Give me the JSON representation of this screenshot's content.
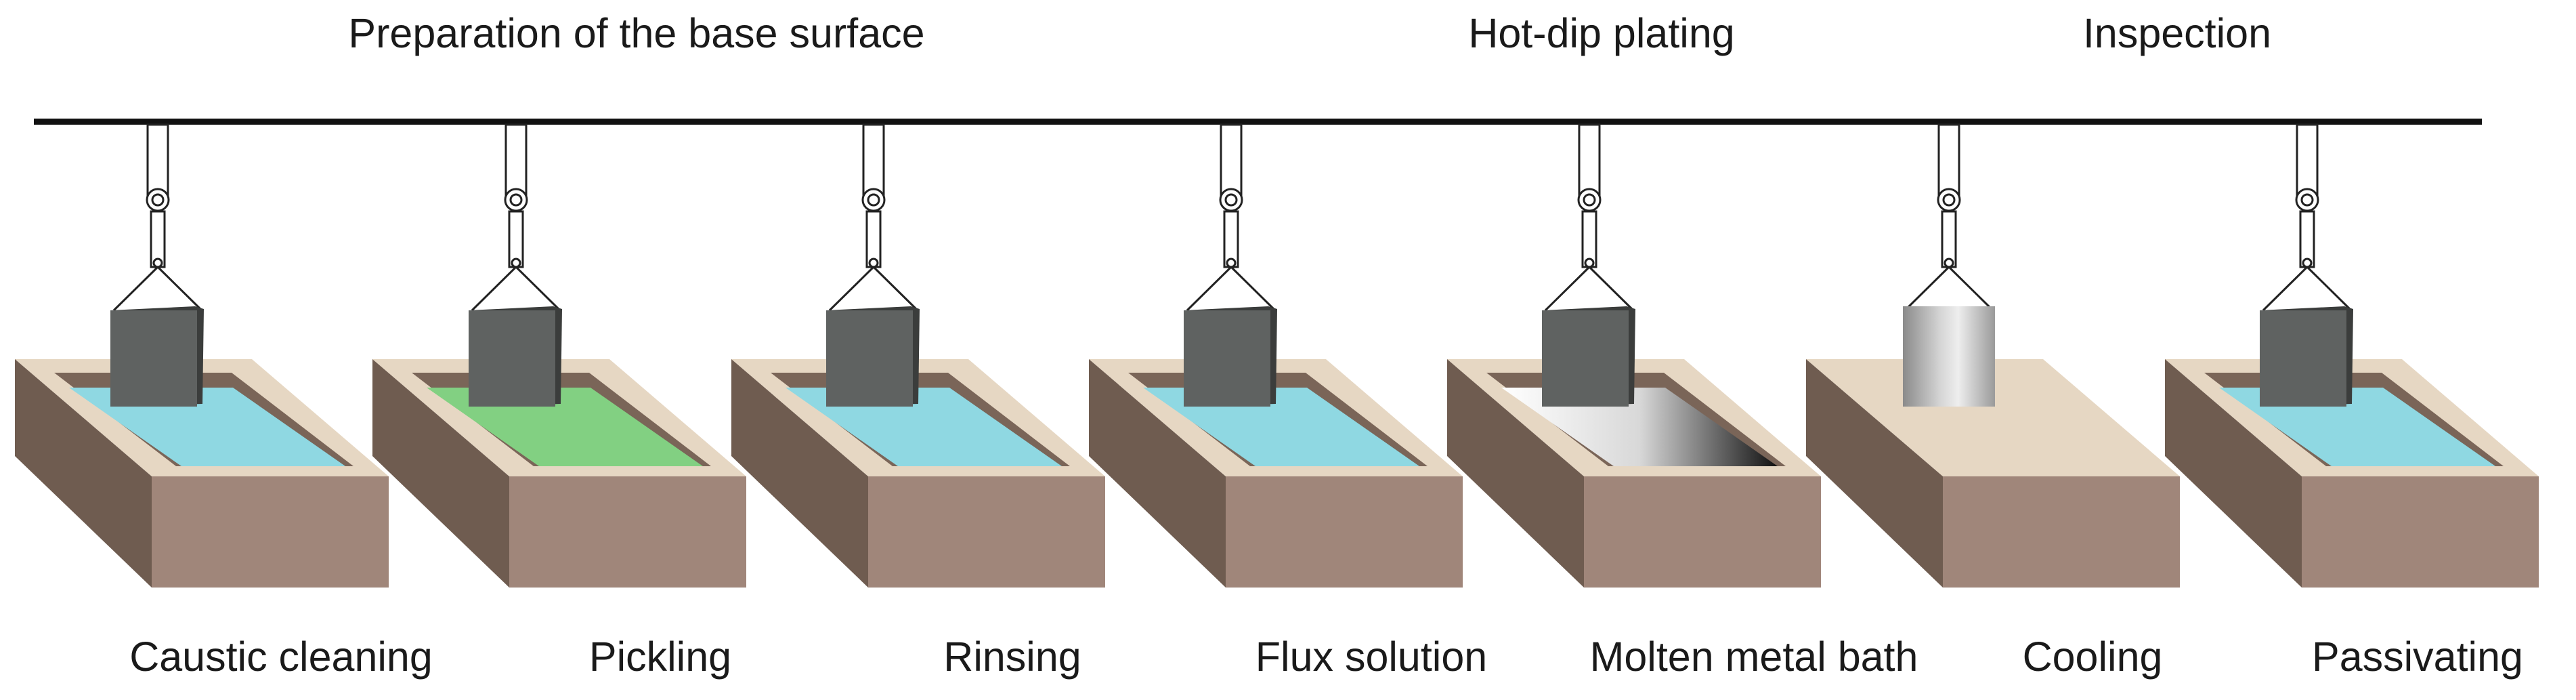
{
  "phases": [
    {
      "id": "preparation",
      "label": "Preparation of the base surface"
    },
    {
      "id": "hotdip",
      "label": "Hot-dip plating"
    },
    {
      "id": "inspection",
      "label": "Inspection"
    }
  ],
  "steps": [
    {
      "id": "caustic",
      "label": "Caustic cleaning",
      "tank": "liquid",
      "liquid_color": "#8fd8e2",
      "part": "dark"
    },
    {
      "id": "pickling",
      "label": "Pickling",
      "tank": "liquid",
      "liquid_color": "#82d082",
      "part": "dark"
    },
    {
      "id": "rinsing",
      "label": "Rinsing",
      "tank": "liquid",
      "liquid_color": "#8fd8e2",
      "part": "dark"
    },
    {
      "id": "flux",
      "label": "Flux solution",
      "tank": "liquid",
      "liquid_color": "#8fd8e2",
      "part": "dark"
    },
    {
      "id": "molten",
      "label": "Molten metal bath",
      "tank": "molten",
      "liquid_color": "#3a3a3a",
      "part": "dark"
    },
    {
      "id": "cooling",
      "label": "Cooling",
      "tank": "flat",
      "liquid_color": "",
      "part": "galvanized"
    },
    {
      "id": "passivating",
      "label": "Passivating",
      "tank": "liquid",
      "liquid_color": "#8fd8e2",
      "part": "dark"
    }
  ],
  "colors": {
    "rim": "#e6d7c3",
    "tank_front": "#a0867a",
    "tank_side": "#6f5c50",
    "tank_interior": "#7a6558",
    "part_front": "#5f6261",
    "part_side": "#3b3d3c",
    "rail": "#111111"
  }
}
